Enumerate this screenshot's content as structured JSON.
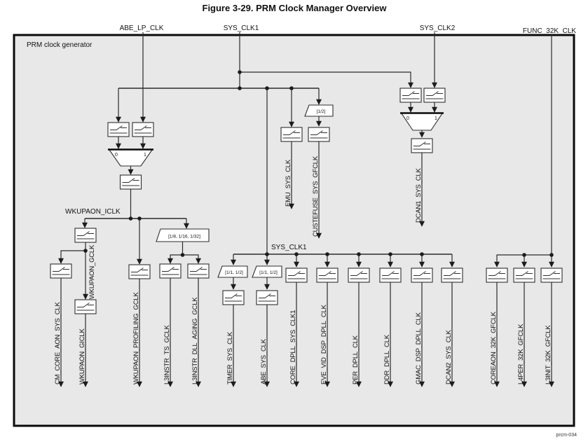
{
  "title": "Figure 3-29. PRM Clock Manager Overview",
  "watermark": "prcm-034",
  "generator_label": "PRM clock generator",
  "inputs": [
    "ABE_LP_CLK",
    "SYS_CLK1",
    "SYS_CLK2",
    "FUNC_32K_CLK"
  ],
  "bus_labels": {
    "wkupaon_iclk": "WKUPAON_ICLK",
    "wkupaon_gclk": "WKUPAON_GCLK",
    "sys_clk1": "SYS_CLK1"
  },
  "dividers": {
    "half": "[1/2]",
    "l3instr": "[1/8, 1/16, 1/32]",
    "timer": "[1/1, 1/2]",
    "abe": "[1/1, 1/2]"
  },
  "mux_inputs": {
    "zero": "0",
    "one": "1"
  },
  "mid_outputs": [
    "EMU_SYS_CLK",
    "CUSTEFUSE_SYS_GFCLK",
    "DCAN1_SYS_CLK"
  ],
  "outputs": [
    "CM_CORE_AON_SYS_CLK",
    "WKUPAON_GICLK",
    "WKUPAON_PROFILING_GCLK",
    "L3INSTR_TS_GCLK",
    "L3INSTR_DLL_AGING_GCLK",
    "TIMER_SYS_CLK",
    "ABE_SYS_CLK",
    "CORE_DPLL_SYS_CLK1",
    "EVE_VID_DSP_DPLL_CLK",
    "PER_DPLL_CLK",
    "DDR_DPLL_CLK",
    "GMAC_DSP_DPLL_CLK",
    "DCAN2_SYS_CLK",
    "COREAON_32K_GFCLK",
    "L4PER_32K_GFCLK",
    "L3INIT_32K_GFCLK"
  ],
  "colors": {
    "panel_fill": "#e8e8e8",
    "line": "#2b2b2b",
    "text": "#111111"
  }
}
